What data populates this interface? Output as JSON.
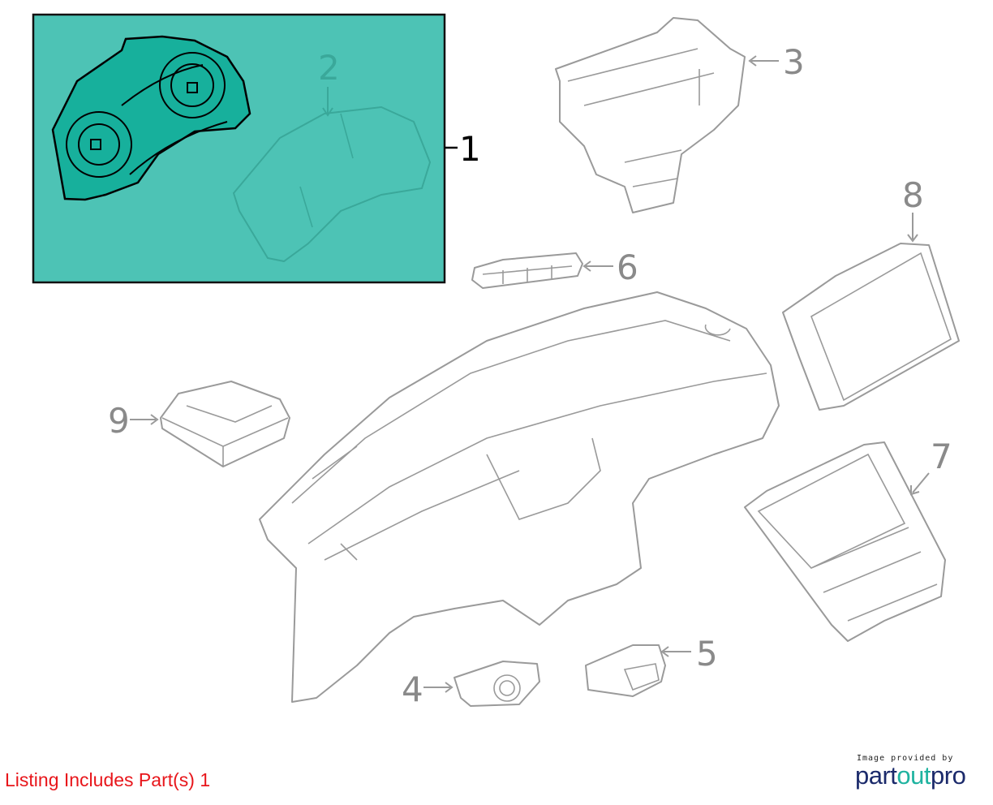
{
  "diagram": {
    "callouts": [
      "1",
      "2",
      "3",
      "4",
      "5",
      "6",
      "7",
      "8",
      "9"
    ],
    "highlight_color": "#4dc3b5",
    "highlight_part_color": "#17b09c",
    "line_color": "#9a9a9a"
  },
  "footer": {
    "listing_text": "Listing Includes Part(s) 1",
    "listing_color": "#e8161b"
  },
  "credit": {
    "caption": "Image provided by",
    "logo_left": "part",
    "logo_mid": "out",
    "logo_right": "pro"
  }
}
